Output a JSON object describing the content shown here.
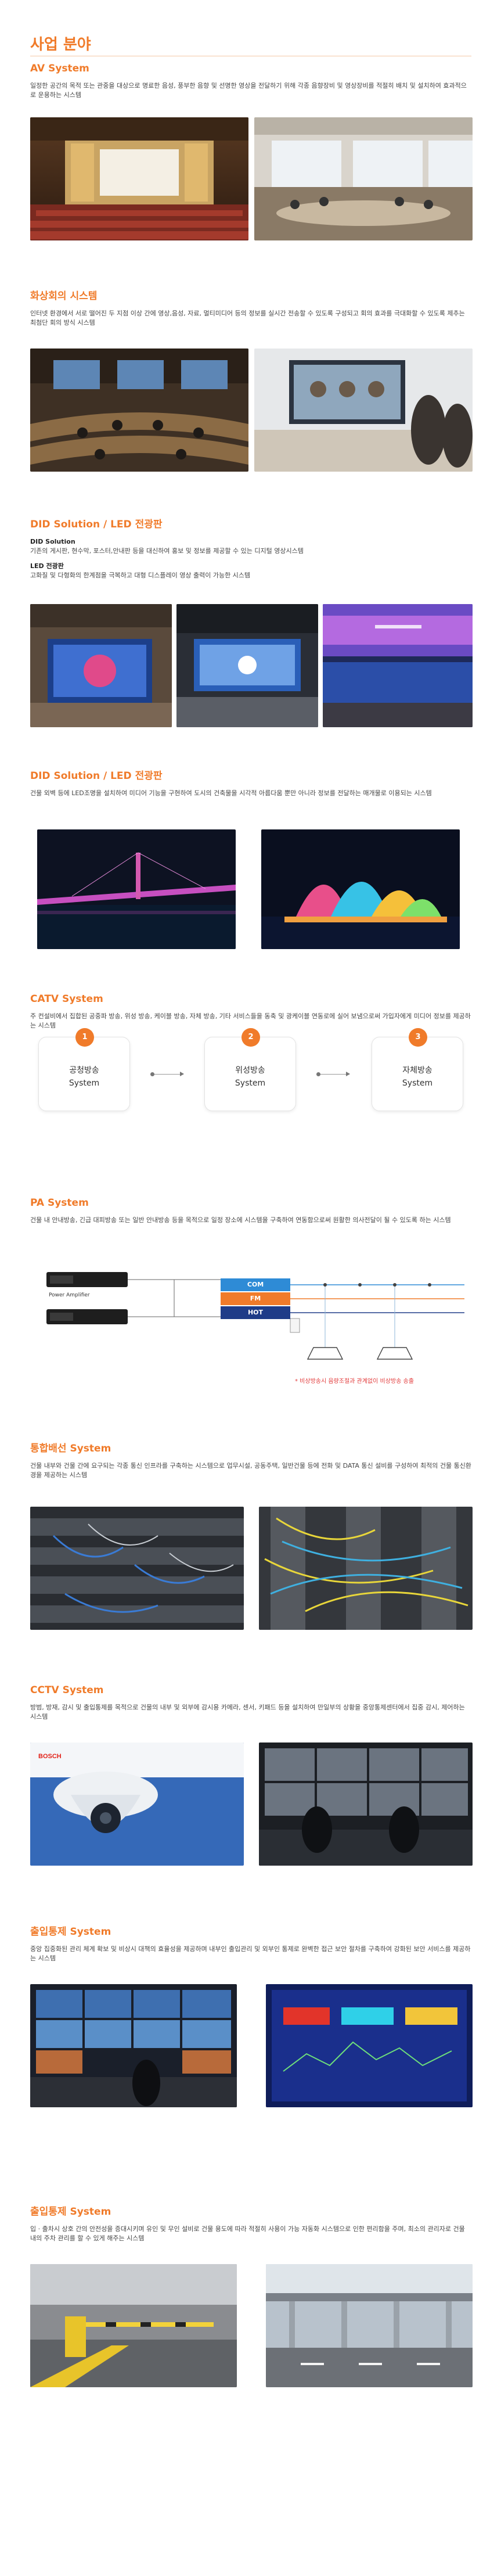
{
  "page": {
    "title": "사업 분야"
  },
  "sections": {
    "av": {
      "title": "AV System",
      "desc": "일정한 공간의 목적 또는 관중을 대상으로 명료한 음성, 풍부한 음향 및 선명한 영상을 전달하기 위해 각종 음향장비 및 영상장비를 적절히 배치 및 설치하여 효과적으로 운용하는 시스템"
    },
    "conf": {
      "title": "화상회의 시스템",
      "desc": "인터넷 환경에서 서로 떨어진 두 지점 이상 간에 영상,음성, 자료, 멀티미디어 등의 정보를 실시간 전송할 수 있도록 구성되고 회의 효과를 극대화할 수 있도록 제추는 최첨단 회의 방식 시스템"
    },
    "did1": {
      "title": "DID Solution / LED 전광판",
      "sub1_title": "DID Solution",
      "sub1_desc": "기존의 게시판, 현수막, 포스터,안내판 등을 대신하여 홍보 및 정보를 제공할 수 있는 디지털 영상시스템",
      "sub2_title": "LED 전광판",
      "sub2_desc": "고화질 및 다형화의 한계점을 극복하고 대형 디스플레이 영상 출력이 가능한 시스템"
    },
    "did2": {
      "title": "DID Solution / LED 전광판",
      "desc": "건물 외벽 등에 LED조명을 설치하여 미디어 기능을 구현하여 도시의 건축물을 시각적 아름다움 뿐만 아니라 정보를 전달하는 매개물로 이용되는 시스템"
    },
    "catv": {
      "title": "CATV System",
      "desc": "주 컨설비에서 집합된 공중파 방송, 위성 방송, 케이블 방송, 자체 방송, 기타 서비스들을 동축 및 광케이블 연동로에 실어 보냄으로써 가입자에게 미디어 정보를 제공하는 시스템",
      "steps": [
        {
          "num": "1",
          "label": "공청방송\nSystem"
        },
        {
          "num": "2",
          "label": "위성방송\nSystem"
        },
        {
          "num": "3",
          "label": "자체방송\nSystem"
        }
      ]
    },
    "pa": {
      "title": "PA System",
      "desc": "건물 내 안내방송, 긴급 대피방송 또는 일반 안내방송 등을 목적으로 일정 장소에 시스템을 구축하여 연동함으로써 원활한 의사전달이 될 수 있도록 하는 시스템",
      "amp_label": "Power Amplifier",
      "lines": [
        {
          "label": "COM",
          "color": "#2e8bd6"
        },
        {
          "label": "FM",
          "color": "#f07b2a"
        },
        {
          "label": "HOT",
          "color": "#1f3c88"
        }
      ],
      "note": "* 비상방송시 음량조절과 관계없이 비상방송 송출"
    },
    "cabling": {
      "title": "통합배선 System",
      "desc": "건물 내부와 건물 간에 요구되는 각종 통신 인프라를 구축하는 시스템으로 업무시설, 공동주택, 일반건물 등에 전화 및 DATA 통신 설비를 구성하여 최적의 건물 통신환경을 제공하는 시스템"
    },
    "cctv": {
      "title": "CCTV System",
      "desc": "방범, 방재, 감시 및 출입통제를 목적으로 건물의 내부 및 외부에 감시용 카메라, 센서, 키패드 등을 설치하여 만일부의 상황을 중앙통제센터에서 집중 감시, 제어하는 시스템",
      "camera_brand": "BOSCH"
    },
    "access": {
      "title": "출입통제 System",
      "desc": "중앙 집중화된 관리 체계 확보 및 비상시 대책의 효율성을 제공하며 내부인 출입관리 및 외부인 통제로 완벽한 접근 보안 절차를 구축하여 강화된 보안 서비스를 제공하는 시스템"
    },
    "parking": {
      "title": "출입통제 System",
      "desc": "입 · 출차시 상호 간의 안전성을 증대시키며 유인 및 무인 설비로 건물 용도에 따라 적절히 사용이 가능 자동화 시스템으로 인한 편리함을 주며, 최소의 관리자로 건물 내의 주차 관리를 할 수 있게 해주는 시스템"
    }
  },
  "images": {
    "av_left": "auditorium-stage-photo",
    "av_right": "meeting-room-photo",
    "conf_left": "conference-hall-photo",
    "conf_right": "video-call-meeting-photo",
    "did1_a": "lobby-led-wall-photo",
    "did1_b": "led-screen-hall-photo",
    "did1_c": "led-display-banner-photo",
    "did2_a": "bridge-night-lighting-photo",
    "did2_b": "opera-house-projection-photo",
    "cabling_a": "patch-panel-photo",
    "cabling_b": "fiber-cables-photo",
    "cctv_a": "dome-camera-photo",
    "cctv_b": "control-room-photo",
    "access_a": "monitoring-wall-photo",
    "access_b": "dashboard-screens-photo",
    "parking_a": "parking-barrier-photo",
    "parking_b": "toll-gate-photo"
  }
}
